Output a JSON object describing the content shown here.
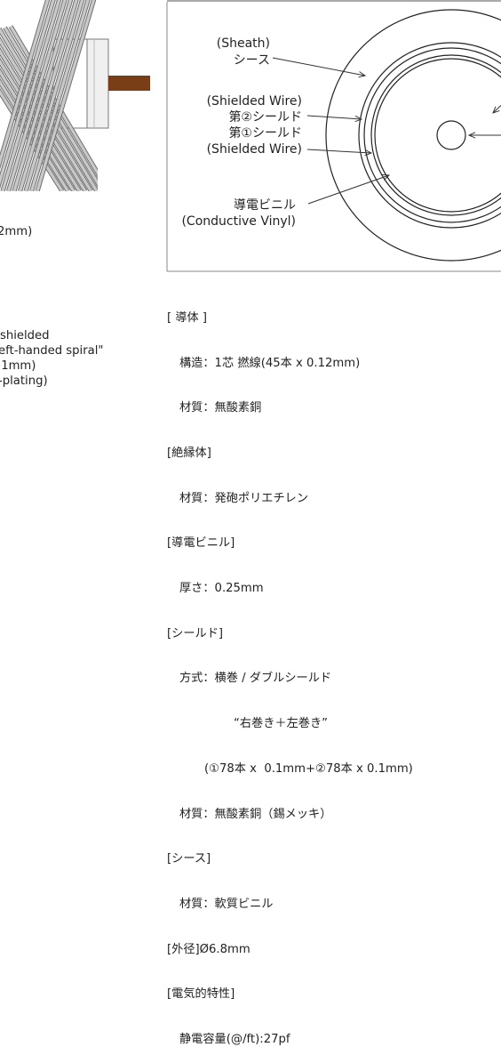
{
  "cable_fragment": {
    "conductor_size_tail": "2mm)",
    "lines": [
      "shielded",
      "eft-handed spiral\"",
      ".1mm)",
      "-plating)"
    ]
  },
  "cross_section": {
    "sheath_label_en": "(Sheath)",
    "sheath_label_jp": "シース",
    "shield_label_en_1": "(Shielded Wire)",
    "shield2_label_jp": "第②シールド",
    "shield1_label_jp": "第①シールド",
    "shield_label_en_2": "(Shielded Wire)",
    "conductive_label_jp": "導電ビニル",
    "conductive_label_en": "(Conductive Vinyl)"
  },
  "specs": [
    {
      "text": "[ 導体 ]",
      "indent": 0
    },
    {
      "text": "構造：1芯 撚線(45本 x 0.12mm)",
      "indent": 1
    },
    {
      "text": "材質：無酸素銅",
      "indent": 1
    },
    {
      "text": "[絶縁体]",
      "indent": 0
    },
    {
      "text": "材質：発砲ポリエチレン",
      "indent": 1
    },
    {
      "text": "[導電ビニル]",
      "indent": 0
    },
    {
      "text": "厚さ：0.25mm",
      "indent": 1
    },
    {
      "text": "[シールド]",
      "indent": 0
    },
    {
      "text": "方式：横巻 / ダブルシールド",
      "indent": 1
    },
    {
      "text": "“右巻き＋左巻き”",
      "indent": 2
    },
    {
      "text": "(①78本 x  0.1mm+②78本 x 0.1mm)",
      "indent": 3
    },
    {
      "text": "材質：無酸素銅（錫メッキ）",
      "indent": 1
    },
    {
      "text": "[シース]",
      "indent": 0
    },
    {
      "text": "材質：軟質ビニル",
      "indent": 1
    },
    {
      "text": "[外径]Ø6.8mm",
      "indent": 0
    },
    {
      "text": "[電気的特性]",
      "indent": 0
    },
    {
      "text": "静電容量(@/ft):27pf",
      "indent": 1
    }
  ],
  "colors": {
    "wire_gray": "#c9c9c9",
    "wire_edge": "#6f6f6f",
    "conductor_brown": "#7a3e17",
    "frame_line": "#8a8a8a"
  }
}
